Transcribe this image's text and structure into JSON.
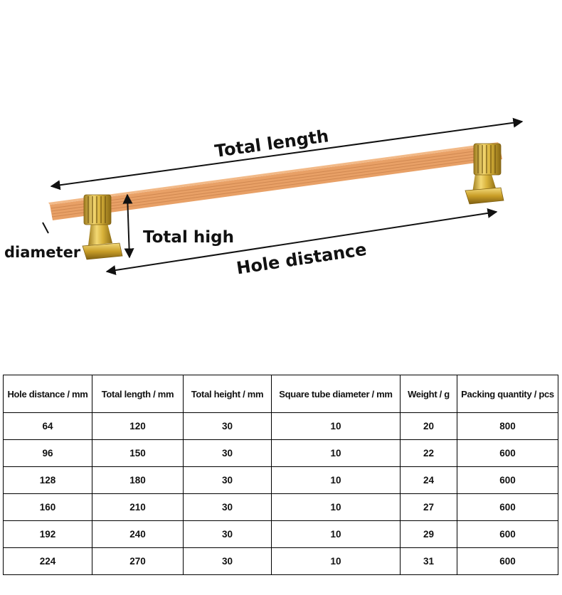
{
  "diagram": {
    "labels": {
      "total_length": "Total length",
      "total_high": "Total high",
      "hole_distance": "Hole distance",
      "diameter": "diameter"
    },
    "colors": {
      "bar": "#E8A066",
      "bar_stripe": "#C9804A",
      "gold": "#D8B23A",
      "gold_dark": "#9E7C1E",
      "arrow": "#111111"
    }
  },
  "table": {
    "headers": [
      "Hole distance / mm",
      "Total length / mm",
      "Total height / mm",
      "Square tube diameter / mm",
      "Weight / g",
      "Packing quantity / pcs"
    ],
    "rows": [
      [
        "64",
        "120",
        "30",
        "10",
        "20",
        "800"
      ],
      [
        "96",
        "150",
        "30",
        "10",
        "22",
        "600"
      ],
      [
        "128",
        "180",
        "30",
        "10",
        "24",
        "600"
      ],
      [
        "160",
        "210",
        "30",
        "10",
        "27",
        "600"
      ],
      [
        "192",
        "240",
        "30",
        "10",
        "29",
        "600"
      ],
      [
        "224",
        "270",
        "30",
        "10",
        "31",
        "600"
      ]
    ]
  }
}
